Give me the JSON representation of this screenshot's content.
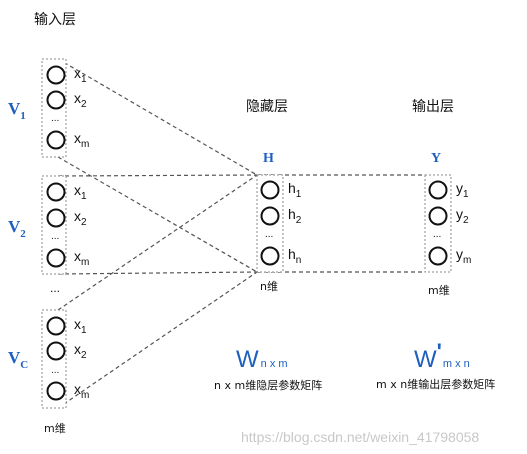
{
  "input_layer_title": "输入层",
  "hidden_layer_title": "隐藏层",
  "output_layer_title": "输出层",
  "input_groups": [
    {
      "label": "V",
      "subscript": "1",
      "nodes": [
        {
          "name": "x",
          "sub": "1"
        },
        {
          "name": "x",
          "sub": "2"
        },
        {
          "name": "x",
          "sub": "m"
        }
      ],
      "ellipsis": "..."
    },
    {
      "label": "V",
      "subscript": "2",
      "nodes": [
        {
          "name": "x",
          "sub": "1"
        },
        {
          "name": "x",
          "sub": "2"
        },
        {
          "name": "x",
          "sub": "m"
        }
      ],
      "ellipsis": "..."
    },
    {
      "label": "V",
      "subscript": "C",
      "nodes": [
        {
          "name": "x",
          "sub": "1"
        },
        {
          "name": "x",
          "sub": "2"
        },
        {
          "name": "x",
          "sub": "m"
        }
      ],
      "ellipsis": "..."
    }
  ],
  "between_groups_ellipsis": "...",
  "input_dim_label": "m维",
  "hidden": {
    "letter": "H",
    "nodes": [
      {
        "name": "h",
        "sub": "1"
      },
      {
        "name": "h",
        "sub": "2"
      },
      {
        "name": "h",
        "sub": "n"
      }
    ],
    "ellipsis": "...",
    "dim_label": "n维"
  },
  "output": {
    "letter": "Y",
    "nodes": [
      {
        "name": "y",
        "sub": "1"
      },
      {
        "name": "y",
        "sub": "2"
      },
      {
        "name": "y",
        "sub": "m"
      }
    ],
    "ellipsis": "...",
    "dim_label": "m维"
  },
  "weights": {
    "w_main": "W",
    "w_sub": "n x m",
    "w_caption": "n x m维隐层参数矩阵",
    "wp_main": "W",
    "wp_prime": "'",
    "wp_sub": "m x n",
    "wp_caption": "m x n维输出层参数矩阵"
  },
  "watermark": "https://blog.csdn.net/weixin_41798058",
  "colors": {
    "accent_blue": "#1f5fbf",
    "dash_line": "#555555",
    "box_border": "#888888"
  }
}
